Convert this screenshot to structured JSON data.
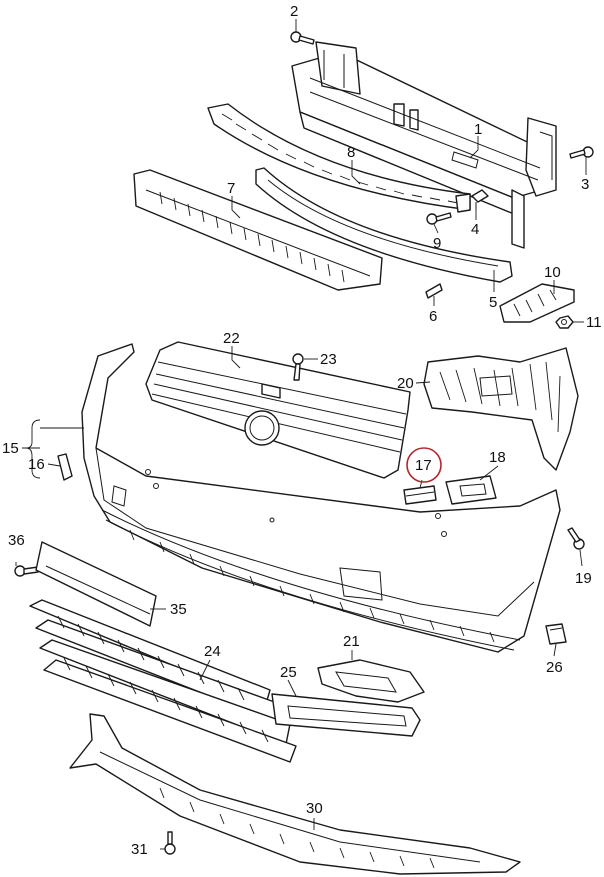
{
  "labels": {
    "l1": "1",
    "l2": "2",
    "l3": "3",
    "l4": "4",
    "l5": "5",
    "l6": "6",
    "l7": "7",
    "l8": "8",
    "l9": "9",
    "l10": "10",
    "l11": "11",
    "l15": "15",
    "l16": "16",
    "l17": "17",
    "l18": "18",
    "l19": "19",
    "l20": "20",
    "l21": "21",
    "l22": "22",
    "l23": "23",
    "l24": "24",
    "l25": "25",
    "l26": "26",
    "l30": "30",
    "l31": "31",
    "l35": "35",
    "l36": "36"
  },
  "highlight": {
    "part": "17",
    "color": "#b3262d"
  }
}
